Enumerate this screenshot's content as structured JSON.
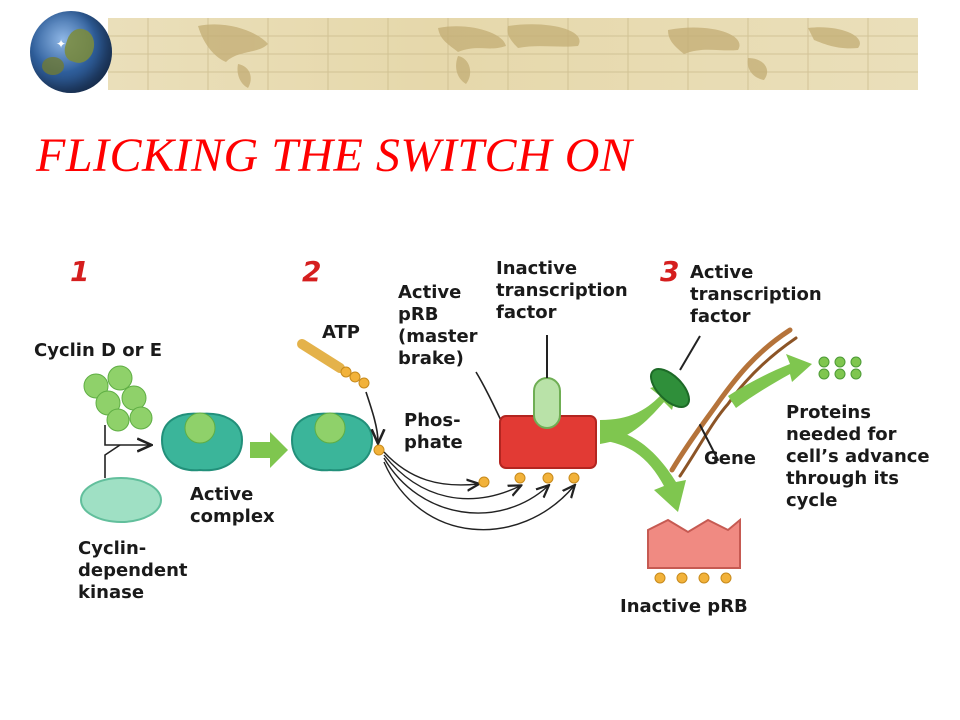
{
  "title": "FLICKING THE SWITCH ON",
  "steps": [
    "1",
    "2",
    "3"
  ],
  "labels": {
    "cyclin": "Cyclin D or E",
    "cdk": "Cyclin-\ndependent\nkinase",
    "active_complex": "Active\ncomplex",
    "atp": "ATP",
    "phosphate": "Phos-\nphate",
    "active_prb": "Active\npRB\n(master\nbrake)",
    "inactive_tf": "Inactive\ntranscription\nfactor",
    "active_tf": "Active\ntranscription\nfactor",
    "gene": "Gene",
    "proteins": "Proteins\nneeded for\ncell’s advance\nthrough its\ncycle",
    "inactive_prb": "Inactive pRB"
  },
  "colors": {
    "title": "#ff0000",
    "step": "#d51e1e",
    "cyclin": "#8fd16a",
    "kinase": "#3bb59a",
    "prb_active": "#e23a34",
    "prb_inactive": "#f08a82",
    "phosphate": "#f2b23a",
    "arrow": "#7fc64f",
    "transcription_factor": "#2f8f3a",
    "dna": "#b5733a"
  },
  "icons": [
    "globe-icon"
  ]
}
